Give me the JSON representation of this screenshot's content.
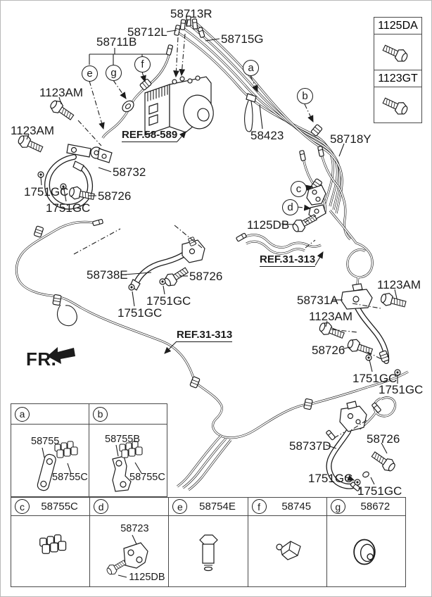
{
  "colors": {
    "ink": "#1c1c1c",
    "paper": "#ffffff",
    "table_border": "#4a4a4a"
  },
  "fr_label": "FR.",
  "legend": {
    "items": [
      "1125DA",
      "1123GT"
    ]
  },
  "markers": {
    "a": "a",
    "b": "b",
    "c": "c",
    "d": "d",
    "e": "e",
    "f": "f",
    "g": "g"
  },
  "callouts": [
    {
      "text": "58713R"
    },
    {
      "text": "58712L"
    },
    {
      "text": "58711B"
    },
    {
      "text": "58715G"
    },
    {
      "text": "1123AM"
    },
    {
      "text": "1123AM"
    },
    {
      "text": "REF.58-589"
    },
    {
      "text": "58732"
    },
    {
      "text": "1751GC"
    },
    {
      "text": "58726"
    },
    {
      "text": "1751GC"
    },
    {
      "text": "58423"
    },
    {
      "text": "58718Y"
    },
    {
      "text": "1125DB"
    },
    {
      "text": "REF.31-313"
    },
    {
      "text": "58738E"
    },
    {
      "text": "58726"
    },
    {
      "text": "1751GC"
    },
    {
      "text": "1751GC"
    },
    {
      "text": "1123AM"
    },
    {
      "text": "58731A"
    },
    {
      "text": "1123AM"
    },
    {
      "text": "58726"
    },
    {
      "text": "1751GC"
    },
    {
      "text": "1751GC"
    },
    {
      "text": "REF.31-313"
    },
    {
      "text": "58737D"
    },
    {
      "text": "58726"
    },
    {
      "text": "1751GC"
    },
    {
      "text": "1751GC"
    }
  ],
  "table": {
    "cells_top": [
      {
        "marker": "a",
        "parts": [
          "58755",
          "58755C"
        ]
      },
      {
        "marker": "b",
        "parts": [
          "58755B",
          "58755C"
        ]
      }
    ],
    "cells_bottom": [
      {
        "marker": "c",
        "header": "58755C",
        "parts": []
      },
      {
        "marker": "d",
        "header": "",
        "parts": [
          "58723",
          "1125DB"
        ]
      },
      {
        "marker": "e",
        "header": "58754E",
        "parts": []
      },
      {
        "marker": "f",
        "header": "58745",
        "parts": []
      },
      {
        "marker": "g",
        "header": "58672",
        "parts": []
      }
    ]
  }
}
